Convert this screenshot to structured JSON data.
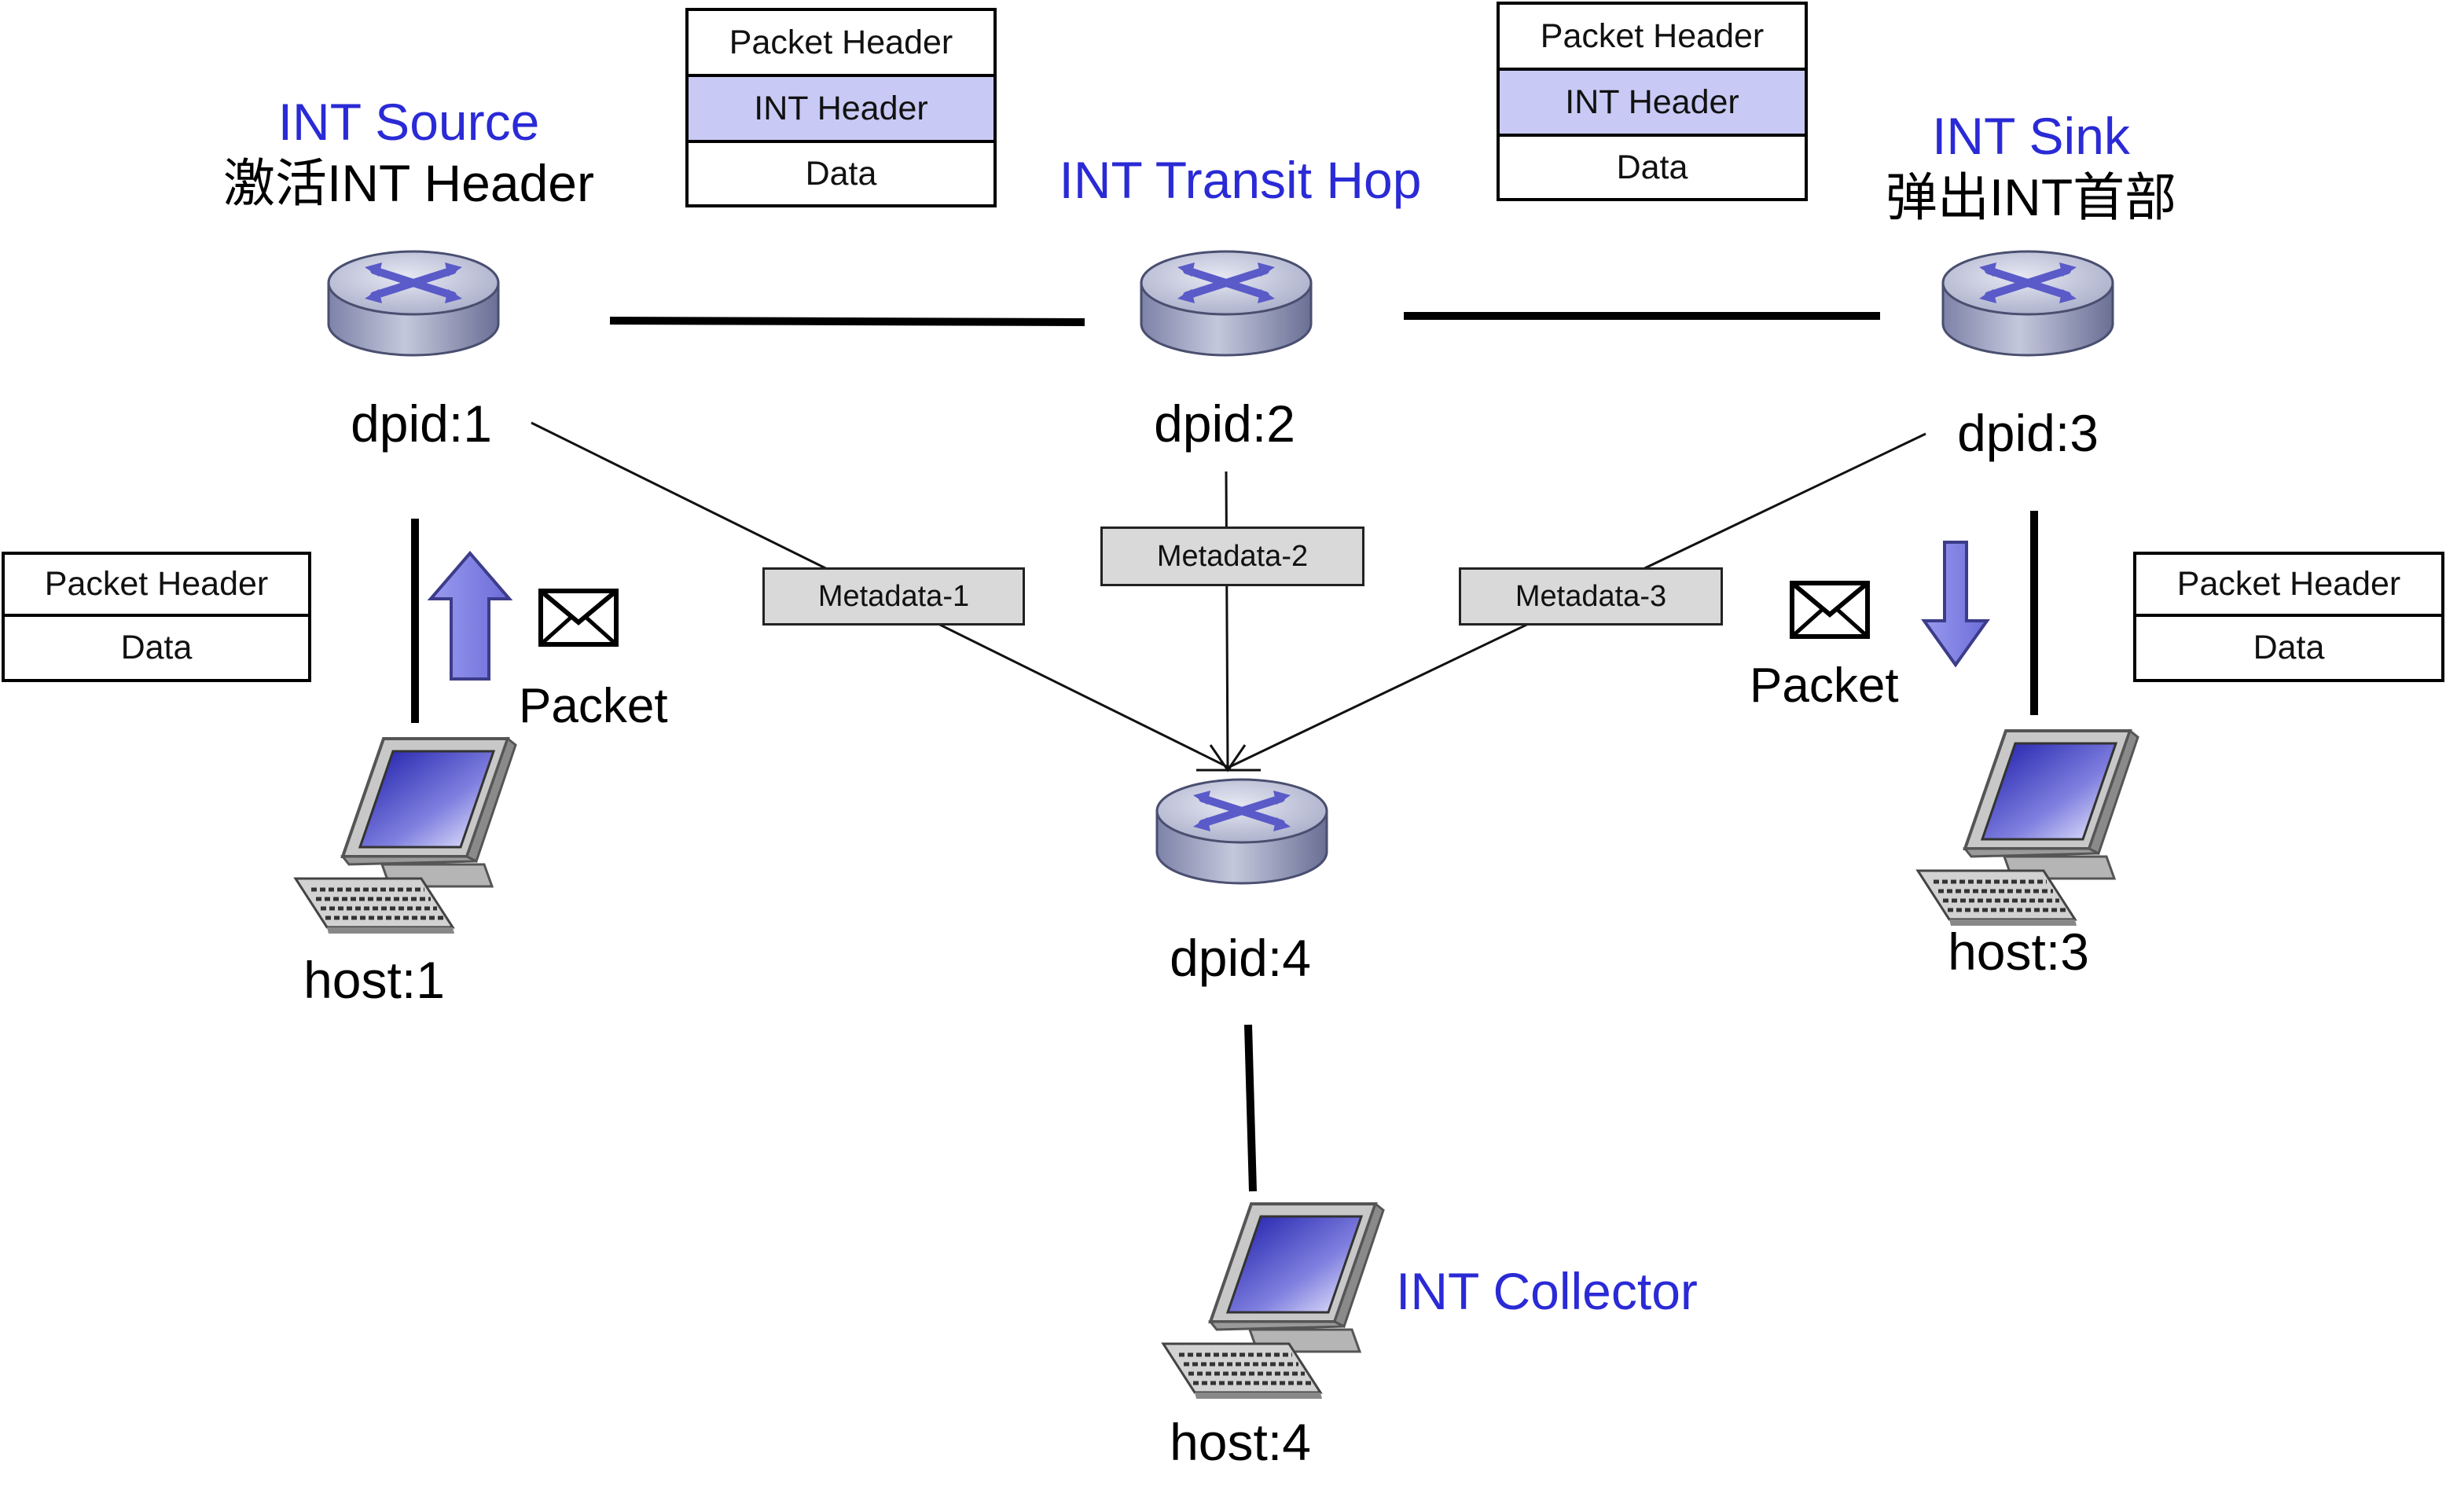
{
  "nodes": {
    "dpid1": "dpid:1",
    "dpid2": "dpid:2",
    "dpid3": "dpid:3",
    "dpid4": "dpid:4",
    "host1": "host:1",
    "host3": "host:3",
    "host4": "host:4"
  },
  "roles": {
    "source": "INT Source",
    "source_action": "激活INT Header",
    "transit": "INT Transit Hop",
    "sink": "INT Sink",
    "sink_action": "弹出INT首部",
    "collector": "INT Collector"
  },
  "packet_stacks": {
    "source_in": [
      "Packet Header",
      "Data"
    ],
    "hop1_to_2": [
      "Packet Header",
      "INT Header",
      "Data"
    ],
    "hop2_to_3": [
      "Packet Header",
      "INT Header",
      "Data"
    ],
    "sink_out": [
      "Packet Header",
      "Data"
    ]
  },
  "metadata": [
    "Metadata-1",
    "Metadata-2",
    "Metadata-3"
  ],
  "packet_label": "Packet",
  "colors": {
    "role_text": "#2a2ad6",
    "int_header_fill": "#c9c9f5",
    "router_top": "#c8cde0",
    "router_x": "#5a5ac8",
    "arrow_fill": "#8a8ae8"
  }
}
